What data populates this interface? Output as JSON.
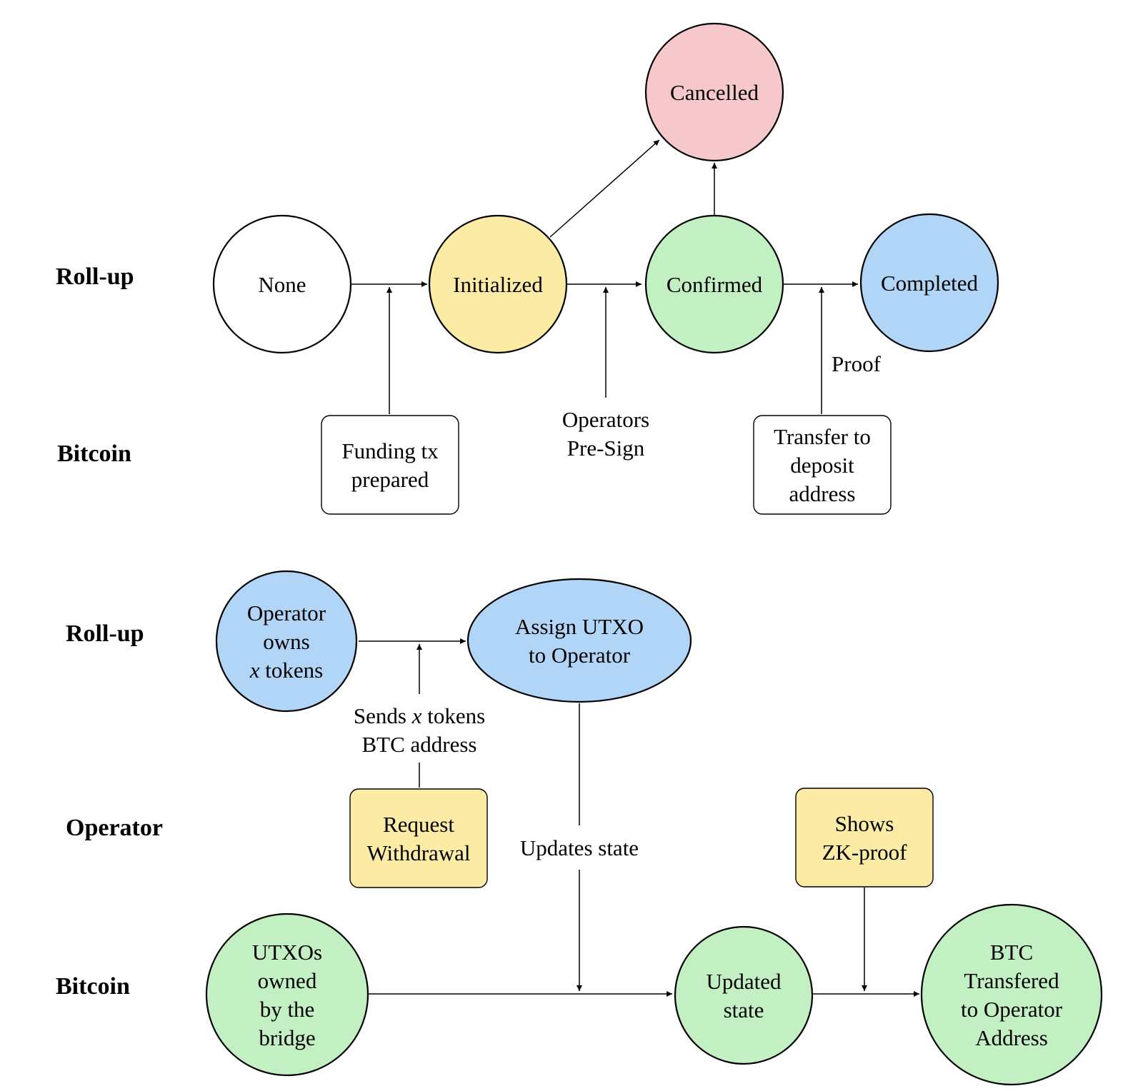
{
  "colors": {
    "white": "#ffffff",
    "yellow": "#fbeba5",
    "red": "#f6c8cb",
    "green": "#c2f0c2",
    "blue": "#b1d5f7",
    "stroke": "#000000"
  },
  "top_diagram": {
    "lanes": {
      "rollup": "Roll-up",
      "bitcoin": "Bitcoin"
    },
    "states": {
      "none": [
        "None"
      ],
      "initialized": [
        "Initialized"
      ],
      "confirmed": [
        "Confirmed"
      ],
      "completed": [
        "Completed"
      ],
      "cancelled": [
        "Cancelled"
      ]
    },
    "events": {
      "funding": [
        "Funding tx",
        "prepared"
      ],
      "presign": [
        "Operators",
        "Pre-Sign"
      ],
      "transfer": [
        "Transfer to",
        "deposit",
        "address"
      ],
      "proof": [
        "Proof"
      ]
    }
  },
  "bottom_diagram": {
    "lanes": {
      "rollup": "Roll-up",
      "operator": "Operator",
      "bitcoin": "Bitcoin"
    },
    "nodes": {
      "operator_owns": [
        "Operator",
        "owns",
        "x tokens"
      ],
      "assign_utxo": [
        "Assign UTXO",
        "to Operator"
      ],
      "request_withdrawal": [
        "Request",
        "Withdrawal"
      ],
      "shows_zk": [
        "Shows",
        "ZK-proof"
      ],
      "utxos_owned": [
        "UTXOs",
        "owned",
        "by the",
        "bridge"
      ],
      "updated_state": [
        "Updated",
        "state"
      ],
      "btc_transfered": [
        "BTC",
        "Transfered",
        "to Operator",
        "Address"
      ]
    },
    "labels": {
      "sends_tokens": [
        "Sends x tokens",
        "BTC address"
      ],
      "updates_state": [
        "Updates state"
      ]
    }
  }
}
